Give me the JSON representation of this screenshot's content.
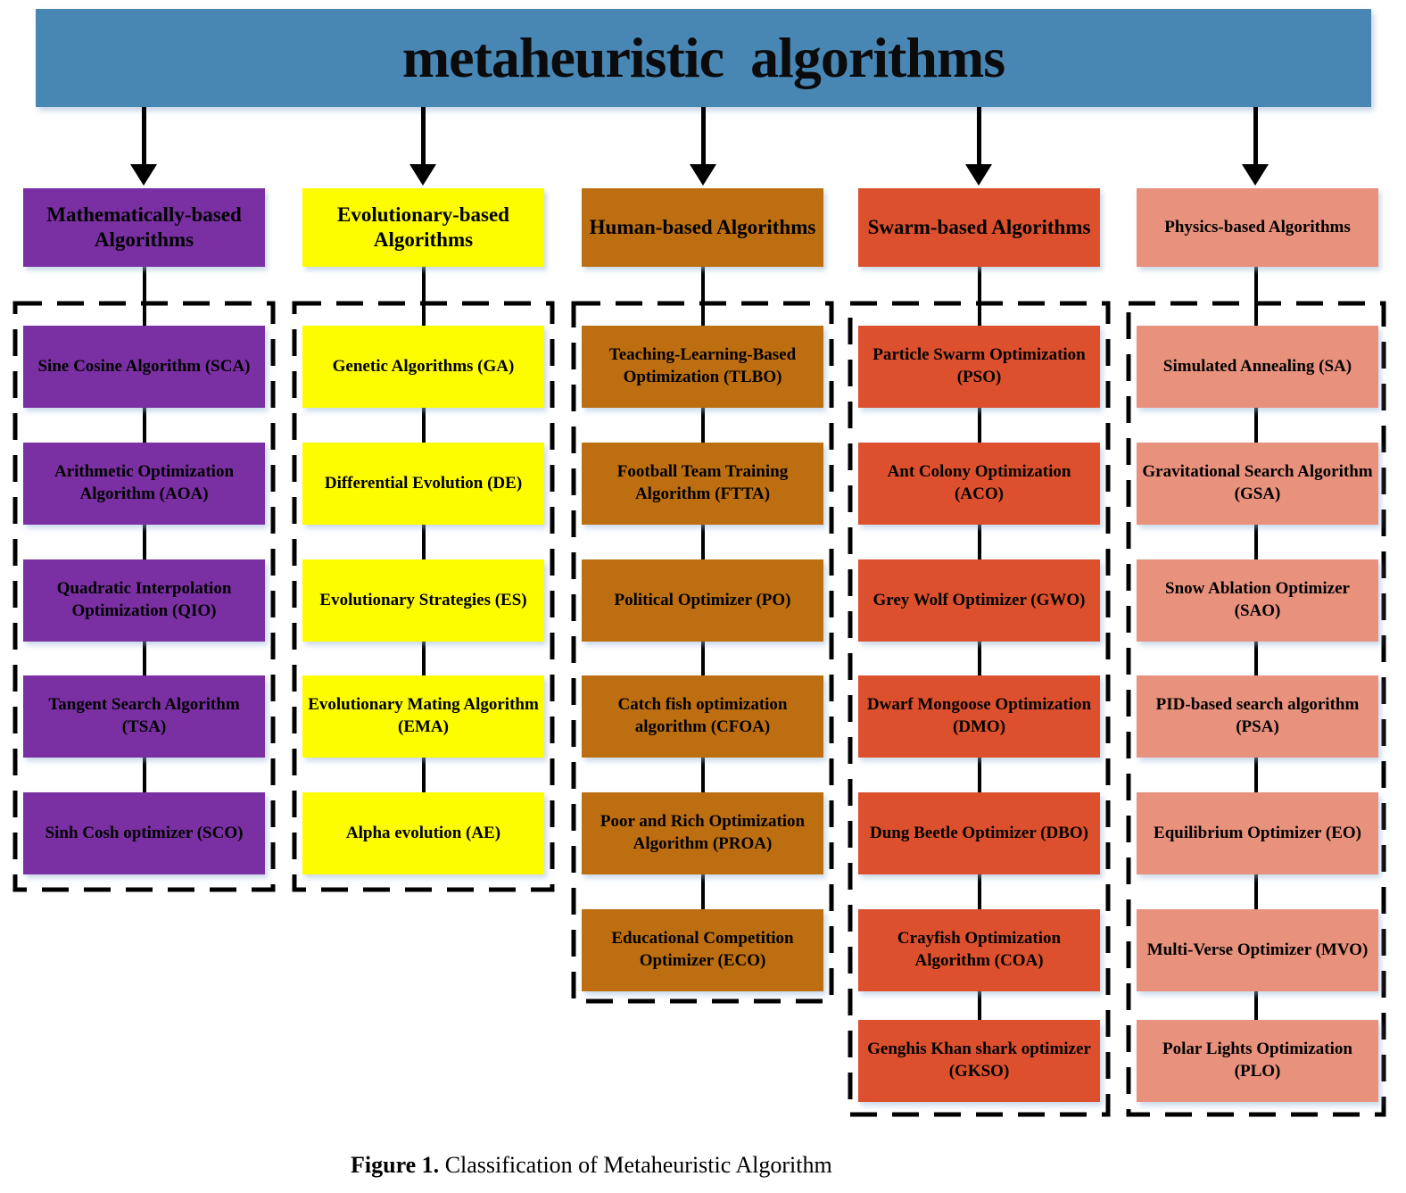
{
  "title": "metaheuristic  algorithms",
  "caption": {
    "label": "Figure 1.",
    "text": " Classification of Metaheuristic Algorithm"
  },
  "colors": {
    "banner": "#4886B4",
    "math": "#7A2FA3",
    "evolutionary": "#FDFD00",
    "human": "#BD6E10",
    "swarm": "#DD502E",
    "physics": "#E8917D"
  },
  "categories": [
    {
      "label": "Mathematically-based Algorithms",
      "color": "#7A2FA3",
      "items": [
        "Sine Cosine Algorithm (SCA)",
        "Arithmetic Optimization Algorithm (AOA)",
        "Quadratic Interpolation Optimization (QIO)",
        "Tangent Search Algorithm (TSA)",
        "Sinh Cosh optimizer (SCO)"
      ]
    },
    {
      "label": "Evolutionary-based Algorithms",
      "color": "#FDFD00",
      "items": [
        "Genetic Algorithms (GA)",
        "Differential Evolution (DE)",
        "Evolutionary Strategies (ES)",
        "Evolutionary Mating Algorithm (EMA)",
        "Alpha evolution (AE)"
      ]
    },
    {
      "label": "Human-based Algorithms",
      "color": "#BD6E10",
      "items": [
        "Teaching-Learning-Based Optimization (TLBO)",
        "Football Team Training Algorithm (FTTA)",
        "Political Optimizer (PO)",
        "Catch fish optimization algorithm (CFOA)",
        "Poor and Rich Optimization Algorithm (PROA)",
        "Educational Competition Optimizer (ECO)"
      ]
    },
    {
      "label": "Swarm-based Algorithms",
      "color": "#DD502E",
      "items": [
        "Particle Swarm Optimization (PSO)",
        "Ant Colony Optimization (ACO)",
        "Grey Wolf Optimizer (GWO)",
        "Dwarf Mongoose Optimization (DMO)",
        "Dung Beetle Optimizer (DBO)",
        "Crayfish Optimization Algorithm (COA)",
        "Genghis Khan shark optimizer (GKSO)"
      ]
    },
    {
      "label": "Physics-based Algorithms",
      "color": "#E8917D",
      "items": [
        "Simulated Annealing (SA)",
        "Gravitational Search Algorithm (GSA)",
        "Snow Ablation Optimizer (SAO)",
        "PID-based search algorithm (PSA)",
        "Equilibrium Optimizer (EO)",
        "Multi-Verse Optimizer (MVO)",
        "Polar Lights Optimization (PLO)"
      ]
    }
  ]
}
